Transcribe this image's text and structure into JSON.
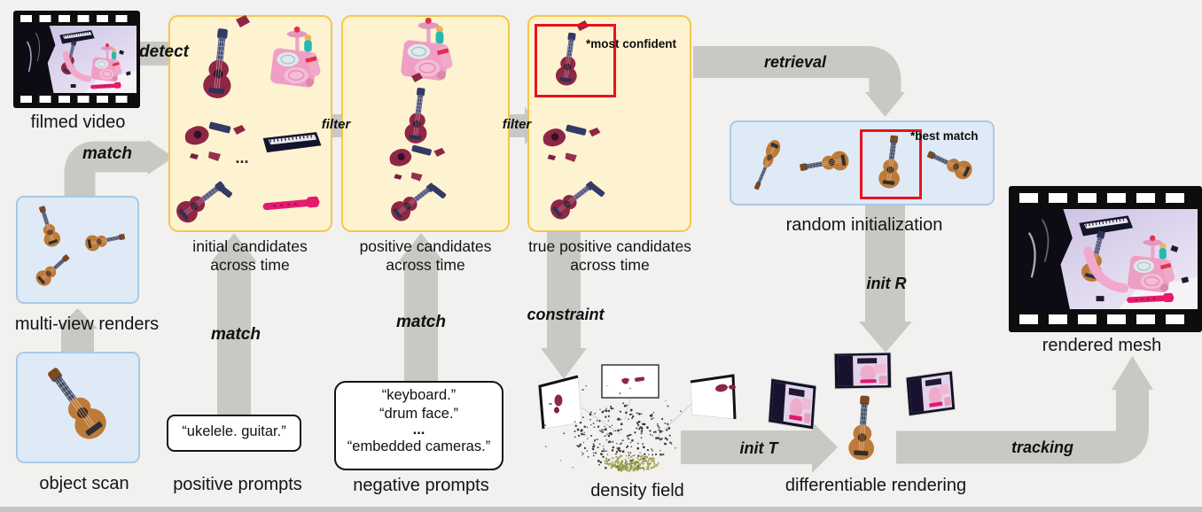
{
  "colors": {
    "background": "#f2f1ef",
    "bottom_bar": "#c5c4c2",
    "candidate_box_fill": "#fdf3d0",
    "candidate_box_border": "#f5c64b",
    "render_box_fill": "#dfeaf6",
    "render_box_border": "#a9c9e6",
    "arrow_gray": "#c9c8c5",
    "highlight_red": "#e8131d",
    "guitar_cutout": "#8e2746",
    "guitar_render": "#bd7a38",
    "density_dots": "#3b3b3b",
    "density_cluster_light": "#a9a857",
    "density_cluster_dark": "#8e9a42"
  },
  "labels": {
    "filmed_video": "filmed video",
    "initial_candidates_l1": "initial candidates",
    "initial_candidates_l2": "across time",
    "positive_candidates_l1": "positive candidates",
    "positive_candidates_l2": "across time",
    "true_positive_l1": "true positive candidates",
    "true_positive_l2": "across time",
    "multi_view_renders": "multi-view renders",
    "object_scan": "object scan",
    "positive_prompts": "positive prompts",
    "negative_prompts": "negative prompts",
    "density_field": "density field",
    "differentiable_rendering": "differentiable rendering",
    "random_initialization": "random initialization",
    "rendered_mesh": "rendered mesh",
    "ellipsis": "..."
  },
  "arrows": {
    "detect": "detect",
    "match": "match",
    "filter": "filter",
    "retrieval": "retrieval",
    "constraint": "constraint",
    "init_r": "init R",
    "init_t": "init T",
    "tracking": "tracking"
  },
  "badges": {
    "most_confident": "*most confident",
    "best_match": "*best match"
  },
  "prompts": {
    "positive": "“ukelele. guitar.”",
    "negative": [
      "“keyboard.”",
      "“drum face.”",
      "...",
      "“embedded cameras.”"
    ]
  }
}
